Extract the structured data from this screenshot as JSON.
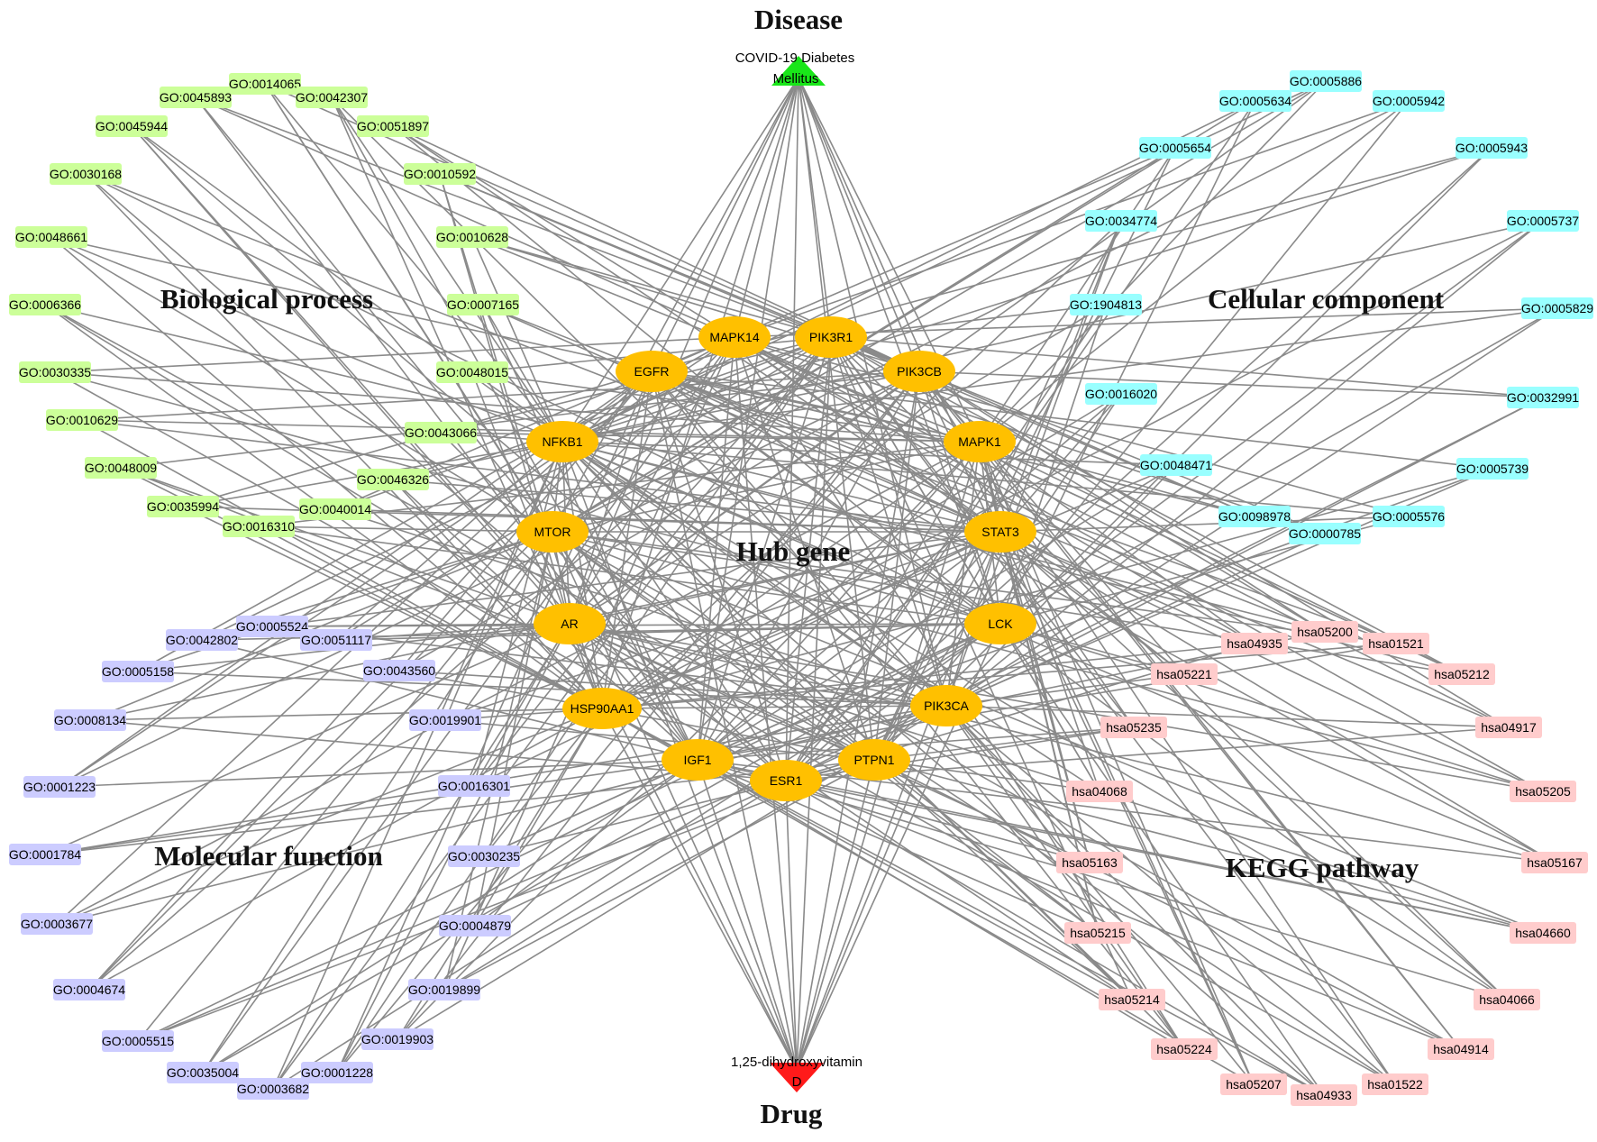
{
  "colors": {
    "edge": "#8a8a8a",
    "hub": "#ffc000",
    "bp": "#ccff99",
    "cc": "#99ffff",
    "mf": "#ccccff",
    "kegg": "#ffcccc",
    "disease": "#19e619",
    "drug": "#ff1a1a"
  },
  "section_titles": {
    "disease": "Disease",
    "drug": "Drug",
    "hub": "Hub gene",
    "bp": "Biological process",
    "cc": "Cellular component",
    "mf": "Molecular function",
    "kegg": "KEGG pathway"
  },
  "disease_node": {
    "label_line1": "COVID-19  Diabetes",
    "label_line2": "Mellitus"
  },
  "drug_node": {
    "label_line1": "1,25-dihydroxyvitamin",
    "label_line2": "D"
  },
  "hub_genes": [
    "MAPK14",
    "PIK3R1",
    "EGFR",
    "PIK3CB",
    "NFKB1",
    "MAPK1",
    "MTOR",
    "STAT3",
    "AR",
    "LCK",
    "HSP90AA1",
    "PIK3CA",
    "IGF1",
    "ESR1",
    "PTPN1"
  ],
  "bp_terms": [
    "GO:0014065",
    "GO:0045893",
    "GO:0042307",
    "GO:0045944",
    "GO:0051897",
    "GO:0030168",
    "GO:0010592",
    "GO:0048661",
    "GO:0010628",
    "GO:0006366",
    "GO:0007165",
    "GO:0030335",
    "GO:0048015",
    "GO:0010629",
    "GO:0043066",
    "GO:0048009",
    "GO:0046326",
    "GO:0035994",
    "GO:0040014",
    "GO:0016310"
  ],
  "cc_terms": [
    "GO:0005886",
    "GO:0005634",
    "GO:0005942",
    "GO:0005654",
    "GO:0005943",
    "GO:0034774",
    "GO:0005737",
    "GO:1904813",
    "GO:0005829",
    "GO:0016020",
    "GO:0032991",
    "GO:0048471",
    "GO:0005739",
    "GO:0098978",
    "GO:0005576",
    "GO:0000785"
  ],
  "mf_terms": [
    "GO:0005524",
    "GO:0042802",
    "GO:0051117",
    "GO:0005158",
    "GO:0043560",
    "GO:0008134",
    "GO:0019901",
    "GO:0001223",
    "GO:0016301",
    "GO:0001784",
    "GO:0030235",
    "GO:0003677",
    "GO:0004879",
    "GO:0004674",
    "GO:0019899",
    "GO:0005515",
    "GO:0019903",
    "GO:0035004",
    "GO:0001228",
    "GO:0003682"
  ],
  "kegg_terms": [
    "hsa05200",
    "hsa04935",
    "hsa01521",
    "hsa05221",
    "hsa05212",
    "hsa05235",
    "hsa04917",
    "hsa04068",
    "hsa05205",
    "hsa05163",
    "hsa05167",
    "hsa05215",
    "hsa04660",
    "hsa05214",
    "hsa04066",
    "hsa05224",
    "hsa04914",
    "hsa05207",
    "hsa04933",
    "hsa01522"
  ]
}
